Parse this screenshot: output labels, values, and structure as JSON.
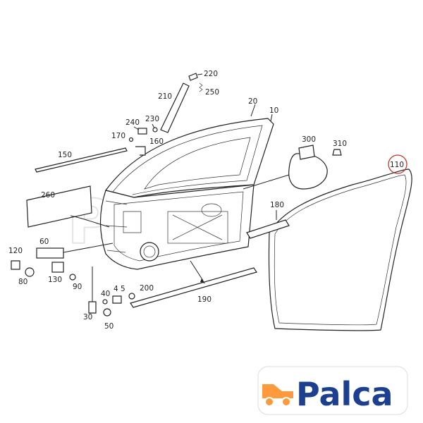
{
  "labels": {
    "p220": "220",
    "p210": "210",
    "p250": "250",
    "p20": "20",
    "p10": "10",
    "p240": "240",
    "p230": "230",
    "p170": "170",
    "p160": "160",
    "p150": "150",
    "p300": "300",
    "p310": "310",
    "p110": "110",
    "p260": "260",
    "p180": "180",
    "p60": "60",
    "p120": "120",
    "p80": "80",
    "p130": "130",
    "p90": "90",
    "p40": "40",
    "p45": "4 5",
    "p200": "200",
    "p30": "30",
    "p50": "50",
    "p190": "190"
  },
  "watermark": "Palca",
  "logo": {
    "text": "Palca",
    "brand_color": "#ff9a3c",
    "text_color": "#1d3f8f"
  },
  "colors": {
    "highlight_circle": "#c0392b",
    "line": "#222222"
  }
}
